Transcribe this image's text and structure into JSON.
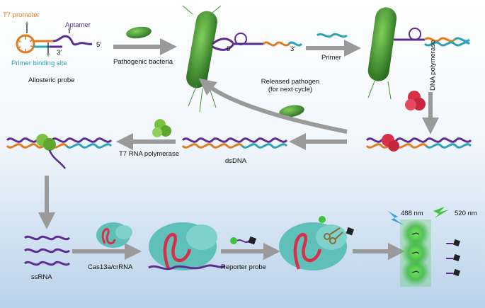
{
  "probe": {
    "t7_promoter": "T7 promoter",
    "aptamer": "Aptamer",
    "end5": "5′",
    "end3": "3′",
    "primer_site": "Primer binding site",
    "caption": "Allosteric probe"
  },
  "top": {
    "pathogenic_bacteria": "Pathogenic bacteria",
    "end5": "5′",
    "end3": "3′",
    "primer": "Primer",
    "dna_polymerase": "DNA polymerase",
    "released_line1": "Released pathogen",
    "released_line2": "(for next cycle)"
  },
  "middle": {
    "t7_rna_polymerase": "T7 RNA polymerase",
    "dsdna": "dsDNA"
  },
  "bottom": {
    "ssrna": "ssRNA",
    "cas13a": "Cas13a/crRNA",
    "reporter_probe": "Reporter probe",
    "nm488": "488 nm",
    "nm520": "520 nm"
  },
  "colors": {
    "orange": "#e07b1e",
    "purple": "#5b2d91",
    "teal": "#2aa3b5",
    "green_bacteria": "#3d8f2e",
    "red_enzyme": "#d9304a",
    "lime_enzyme": "#7cc242",
    "cas_teal": "#5fbfb9",
    "fluor_green": "#3ec43a",
    "arrow_gray": "#9a9a9a",
    "bg_blue": "#c9ddef"
  }
}
